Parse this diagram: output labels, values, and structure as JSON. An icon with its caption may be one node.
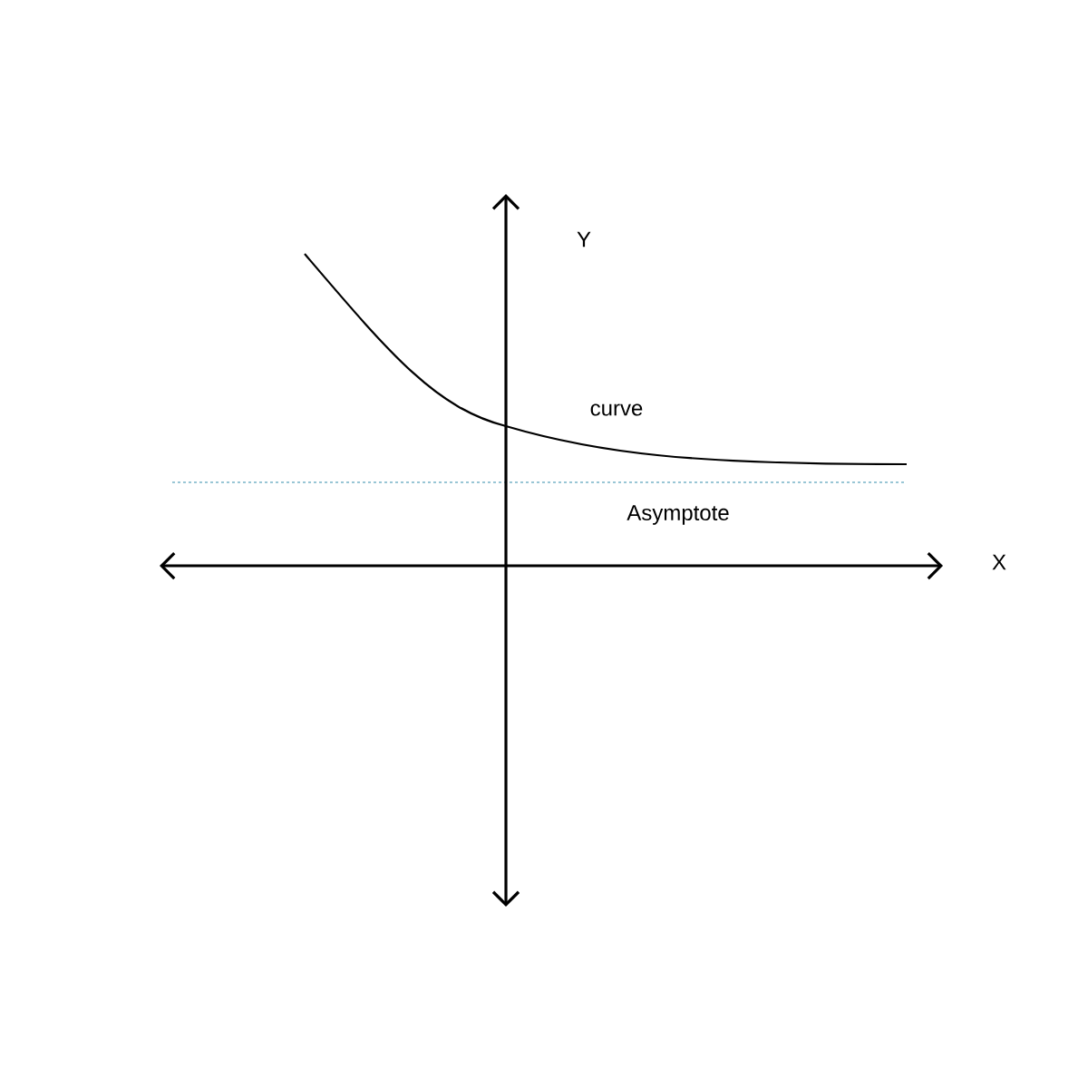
{
  "diagram": {
    "labels": [
      "Y",
      "curve",
      "Asymptote",
      "X"
    ]
  }
}
